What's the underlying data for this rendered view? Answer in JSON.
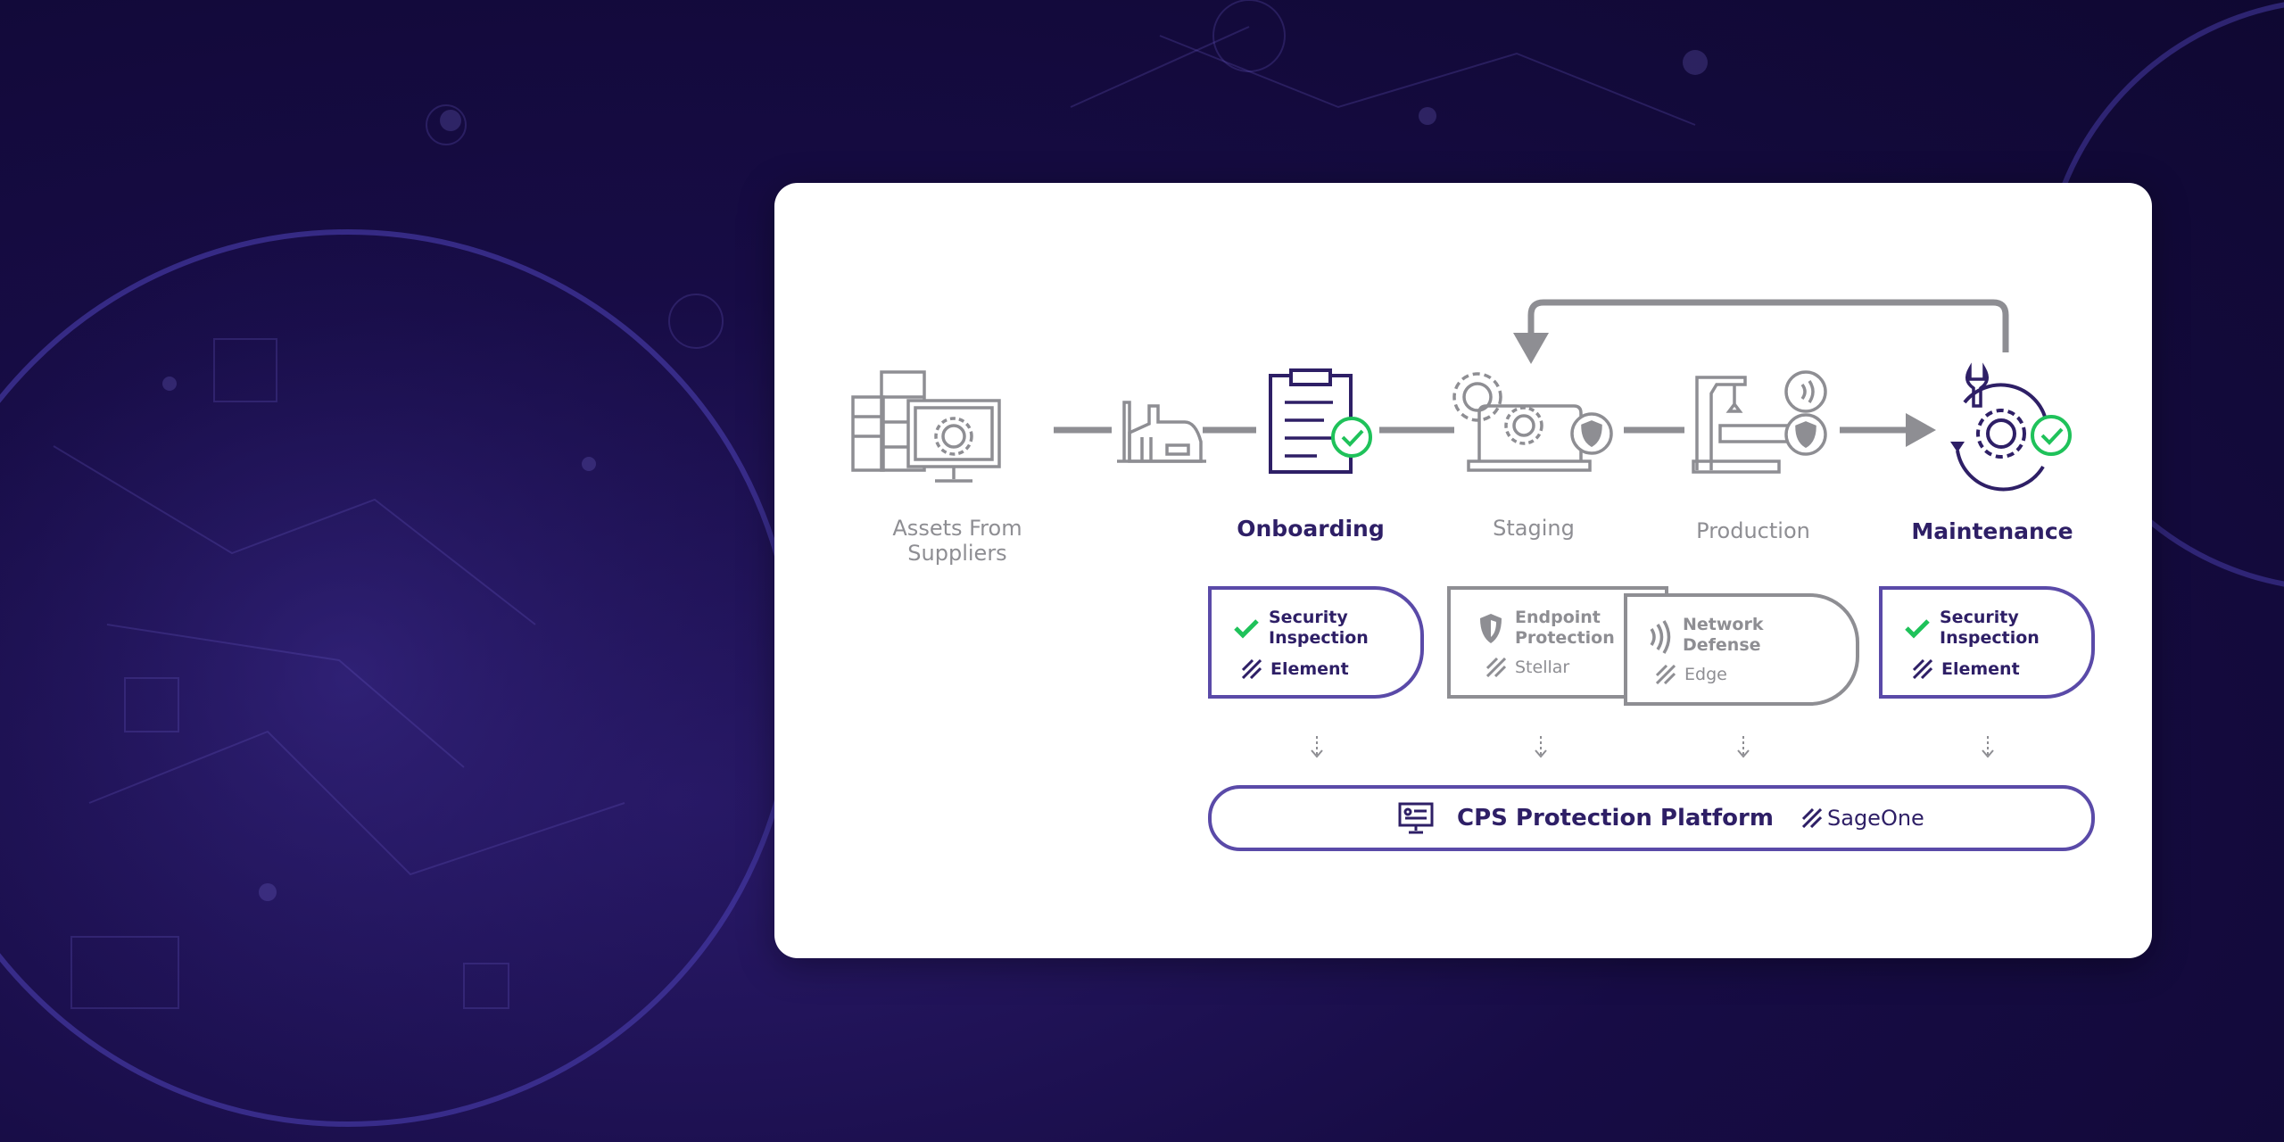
{
  "stages": [
    {
      "id": "assets",
      "label": "Assets From Suppliers",
      "icon": "server-monitor-gear-icon",
      "active": false
    },
    {
      "id": "factory",
      "label": "",
      "icon": "factory-icon",
      "active": false
    },
    {
      "id": "onboarding",
      "label": "Onboarding",
      "icon": "clipboard-check-icon",
      "active": true
    },
    {
      "id": "staging",
      "label": "Staging",
      "icon": "laptop-gears-shield-icon",
      "active": false
    },
    {
      "id": "production",
      "label": "Production",
      "icon": "machine-shield-icon",
      "active": false
    },
    {
      "id": "maintenance",
      "label": "Maintenance",
      "icon": "wrench-gear-cycle-icon",
      "active": true
    }
  ],
  "services": {
    "onboarding": {
      "title_line1": "Security",
      "title_line2": "Inspection",
      "product": "Element",
      "icon": "check-icon"
    },
    "staging": {
      "title_line1": "Endpoint",
      "title_line2": "Protection",
      "product": "Stellar",
      "icon": "shield-icon"
    },
    "production": {
      "title_line1": "Network",
      "title_line2": "Defense",
      "product": "Edge",
      "icon": "wave-signal-icon"
    },
    "maintenance": {
      "title_line1": "Security",
      "title_line2": "Inspection",
      "product": "Element",
      "icon": "check-icon"
    }
  },
  "platform": {
    "title": "CPS Protection Platform",
    "product": "SageOne",
    "icon": "monitor-icon"
  },
  "colors": {
    "dark": "#2e1f66",
    "accent_purple": "#5a4aa8",
    "grey": "#8e8e93",
    "green": "#1fc25a",
    "background": "#170c45"
  }
}
